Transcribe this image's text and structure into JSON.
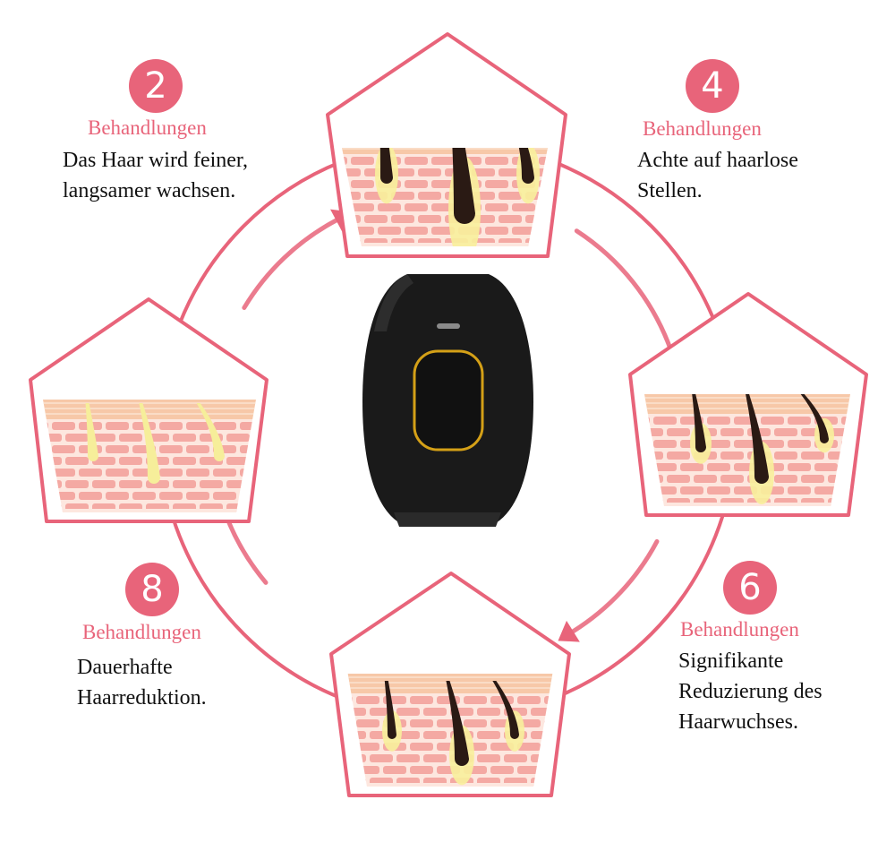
{
  "colors": {
    "accent": "#e8647a",
    "ring": "#e8647a",
    "skin_top": "#f7c8a8",
    "skin_brick": "#f4a9a3",
    "skin_mortar": "#fde7df",
    "hair_dark": "#2a1a14",
    "hair_light": "#f6ee9a",
    "device_body": "#1a1a1a",
    "device_trim": "#d4a017"
  },
  "steps": [
    {
      "number": "2",
      "label": "Behandlungen",
      "lines": [
        "Das Haar wird feiner,",
        "langsamer wachsen."
      ]
    },
    {
      "number": "4",
      "label": "Behandlungen",
      "lines": [
        "Achte auf haarlose",
        "Stellen."
      ]
    },
    {
      "number": "6",
      "label": "Behandlungen",
      "lines": [
        "Signifikante",
        "Reduzierung des",
        "Haarwuchses."
      ]
    },
    {
      "number": "8",
      "label": "Behandlungen",
      "lines": [
        "Dauerhafte",
        "Haarreduktion."
      ]
    }
  ],
  "icons": {
    "device": "ipl-device-icon",
    "arrow": "cycle-arrow-icon",
    "skin": "skin-cross-section-icon"
  }
}
